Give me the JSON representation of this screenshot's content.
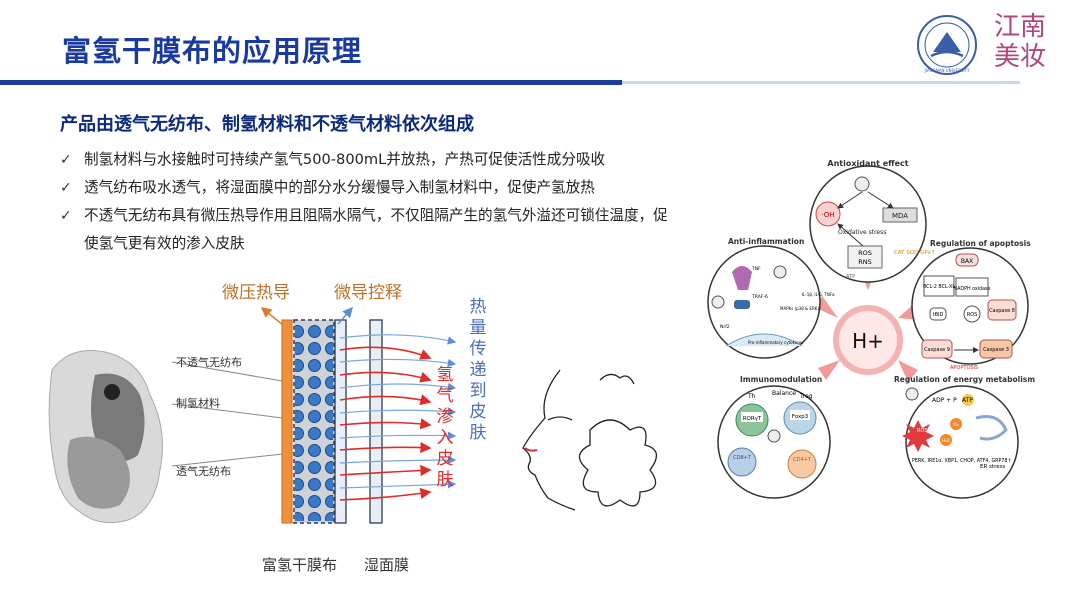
{
  "header": {
    "title": "富氢干膜布的应用原理",
    "brand_line1": "江南",
    "brand_line2": "美妆",
    "seal_text": "JIANGNAN UNIVERSITY"
  },
  "content": {
    "subtitle": "产品由透气无纺布、制氢材料和不透气材料依次组成",
    "bullets": [
      "制氢材料与水接触时可持续产氢气500-800mL并放热，产热可促使活性成分吸收",
      "透气纺布吸水透气，将湿面膜中的部分水分缓慢导入制氢材料中，促使产氢放热",
      "不透气无纺布具有微压热导作用且阻隔水隔气，不仅阻隔产生的氢气外溢还可锁住温度，促使氢气更有效的渗入皮肤"
    ]
  },
  "diagram": {
    "label_heat": "微压热导",
    "label_release": "微导控释",
    "label_transfer_vertical": "热量传递到皮肤",
    "label_hydrogen_vertical": "氢气渗入皮肤",
    "layer_labels": [
      "不透气无纺布",
      "制氢材料",
      "透气无纺布"
    ],
    "caption_left": "富氢干膜布",
    "caption_right": "湿面膜"
  },
  "bio_panel": {
    "center": "H+",
    "antioxidant": {
      "title": "Antioxidant effect",
      "oh": "·OH",
      "mda": "MDA",
      "stress": "Oxidative stress",
      "ros": "ROS",
      "rns": "RNS",
      "enzymes": "CAT SOD GPx↑",
      "atp": "ATP"
    },
    "inflammation": {
      "title": "Anti-inflammation",
      "tnf": "TNF",
      "traf": "TRAF-6",
      "mapk": "MAPKs (p38 & ERK)",
      "il": "IL-1β, IL-6, TNFα",
      "nrf2": "Nrf2",
      "pro": "Pro-inflammatory cytokines"
    },
    "apoptosis": {
      "title": "Regulation of apoptosis",
      "bax": "BAX",
      "bcl": "BCL-2 BCL-XL",
      "nadph": "NADPH oxidase",
      "ros": "ROS",
      "tbid": "tBID",
      "casp8": "Caspase 8",
      "casp9": "Caspase 9",
      "casp3": "Caspase 3",
      "apoptosis": "APOPTOSIS"
    },
    "immuno": {
      "title": "Immunomodulation",
      "th": "Th",
      "balance": "Balance",
      "treg": "Treg",
      "rorgt": "RORγT",
      "foxp3": "Foxp3",
      "cd8": "CD8+T",
      "cd4": "CD4+T"
    },
    "energy": {
      "title": "Regulation of energy metabolism",
      "adp": "ADP + P",
      "atp": "ATP",
      "ros": "ROS",
      "o2": "O₂",
      "h2o": "H₂O",
      "perk": "PERK, IRE1α, XBP1, CHOP, ATF4, GRP78↑",
      "er": "ER stress"
    }
  },
  "colors": {
    "title": "#1a3aa0",
    "rule": "#1b3d9c",
    "brand": "#b2477c",
    "heat_label": "#c0702a",
    "red_arrow": "#e12a2a",
    "blue_text": "#4b6fb8",
    "orange_layer": "#f0903a",
    "dot_fill": "#3a78c8"
  }
}
